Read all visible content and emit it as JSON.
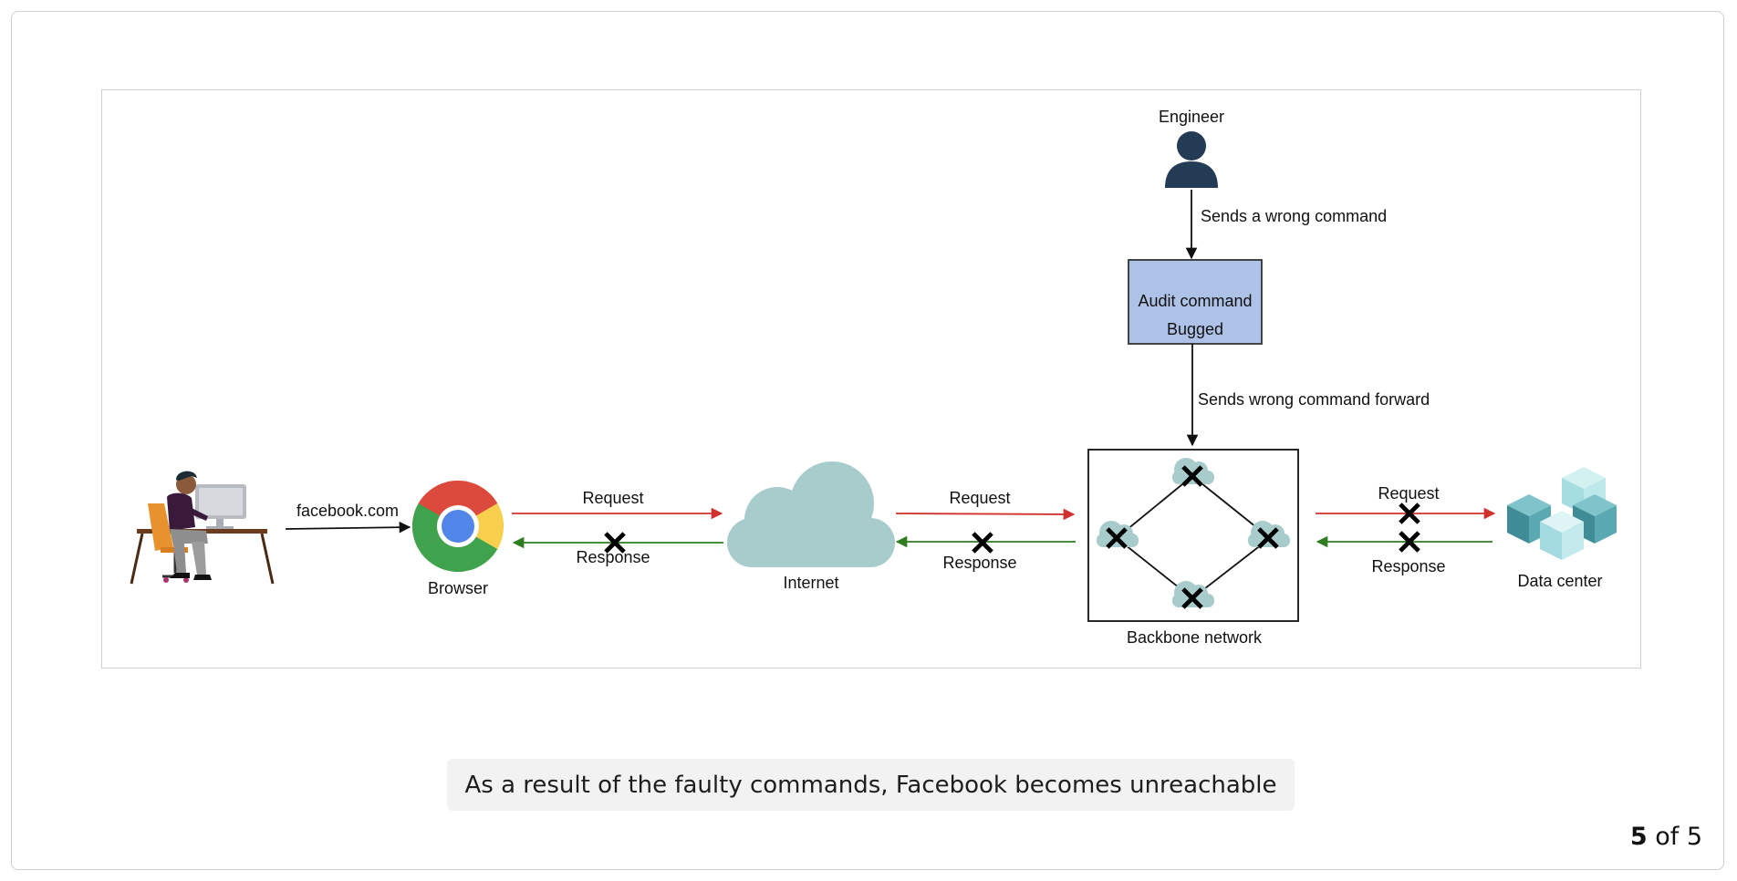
{
  "diagram": {
    "nodes": {
      "engineer": "Engineer",
      "audit_line1": "Audit command",
      "audit_line2": "Bugged",
      "browser": "Browser",
      "internet": "Internet",
      "backbone": "Backbone network",
      "datacenter": "Data center"
    },
    "edges": {
      "facebook": "facebook.com",
      "wrong_command": "Sends a wrong command",
      "wrong_forward": "Sends wrong command forward",
      "request_1": "Request",
      "response_1": "Response",
      "request_2": "Request",
      "response_2": "Response",
      "request_3": "Request",
      "response_3": "Response"
    },
    "icons": [
      "user-at-desk-icon",
      "chrome-browser-icon",
      "cloud-icon",
      "person-icon",
      "data-center-cubes-icon",
      "failed-x-icon"
    ],
    "colors": {
      "request": "#d0312d",
      "response": "#2e7d1f",
      "audit_fill": "#aec2e8",
      "cloud": "#a8cccc",
      "person": "#243b55"
    }
  },
  "caption": "As a result of the faulty commands, Facebook becomes unreachable",
  "pager": {
    "current": "5",
    "suffix": " of 5"
  }
}
